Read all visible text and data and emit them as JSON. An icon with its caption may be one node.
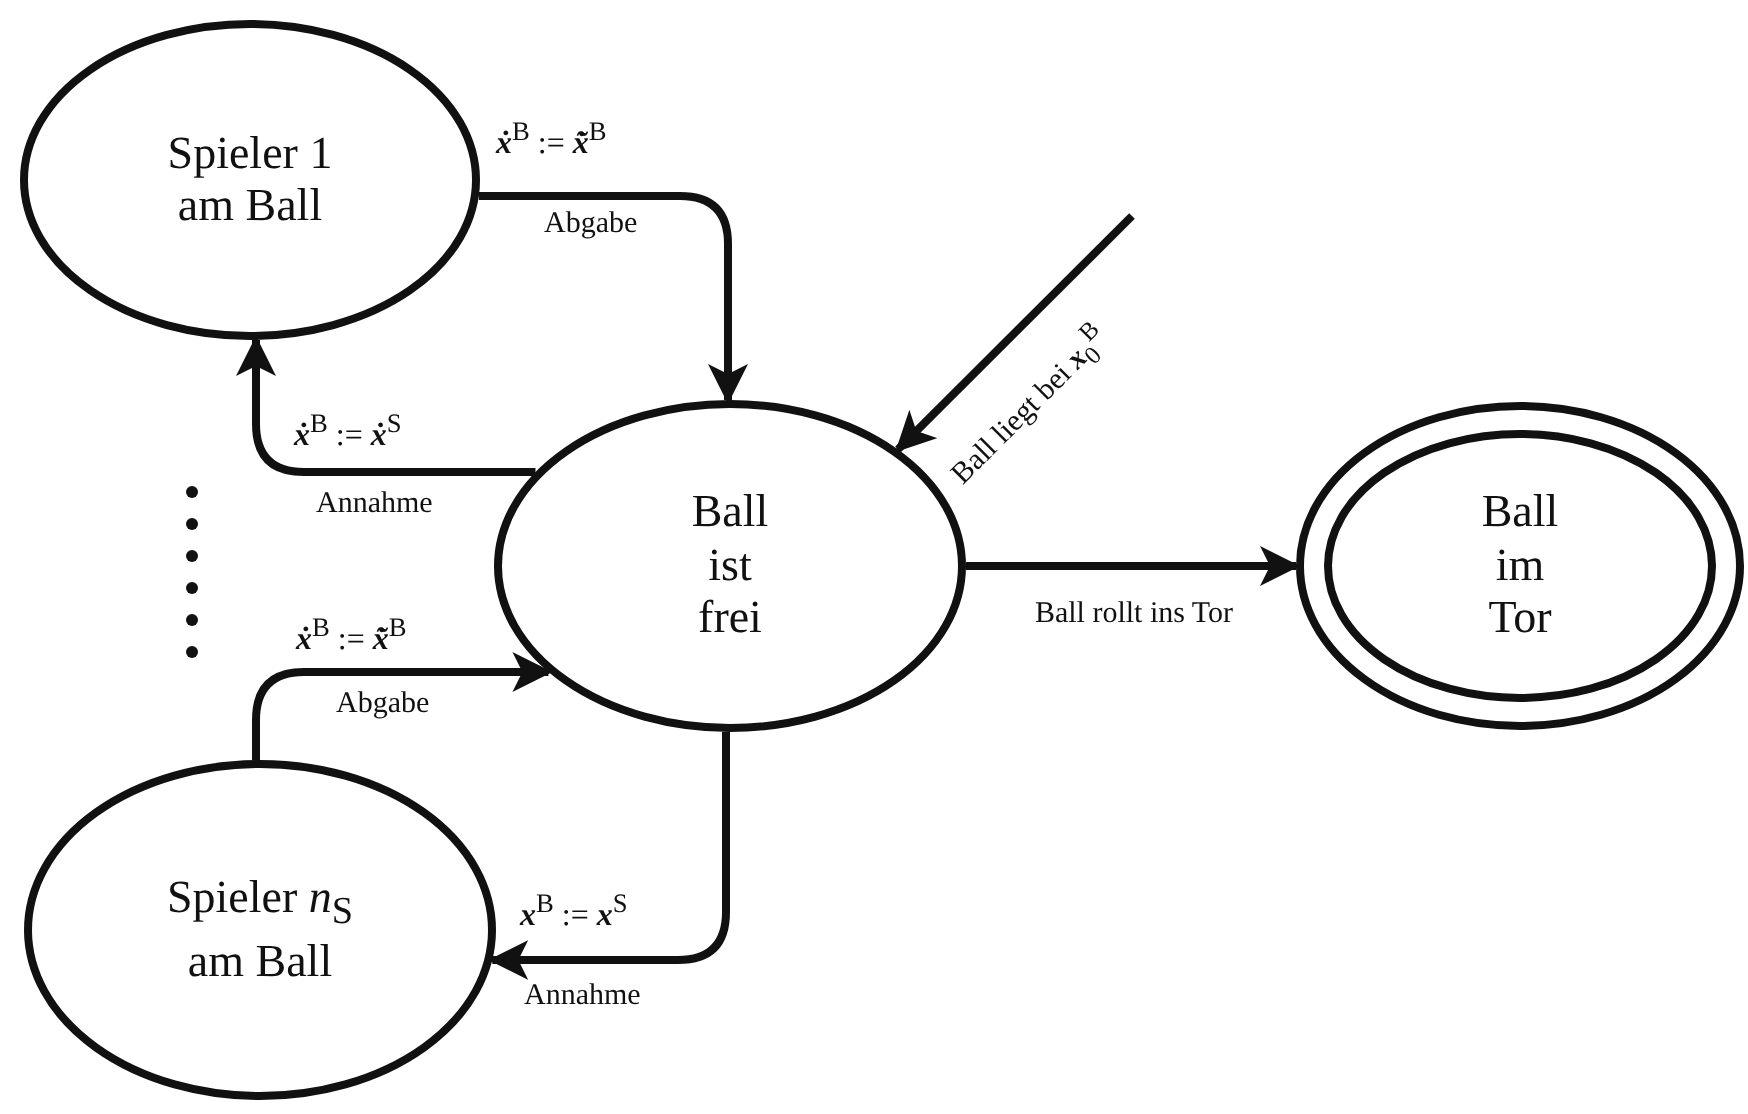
{
  "diagram": {
    "nodes": [
      {
        "text": [
          "Spieler 1 am Ball"
        ]
      },
      {
        "text": [
          "Ball ist frei"
        ]
      },
      {
        "text": [
          "Ball im Tor"
        ]
      },
      {
        "text": [
          "Spieler *n*$_{S}$ am Ball"
        ]
      }
    ],
    "edges": [
      {
        "from": 0,
        "to": 1,
        "arrow": "to",
        "label": "**ẋ**$^{B}$ := **x̃̇**$^{B}$"
      },
      {
        "from": 1,
        "to": 0,
        "arrow": "to",
        "label": "**ẋ**$^{B}$ := **ẋ**$^{S}$"
      },
      {
        "from": 3,
        "to": 1,
        "arrow": "to",
        "label": "**ẋ**$^{B}$ := **x̃̇**$^{B}$"
      },
      {
        "from": 1,
        "to": 3,
        "arrow": "to",
        "label": "**x**$^{B}$ := **x**$^{S}$"
      },
      {
        "from": null,
        "to": 1,
        "arrow": "to",
        "label": "Ball liegt bei **x**$_{0}$$^{B}$"
      },
      {
        "from": 1,
        "to": 2,
        "arrow": "to",
        "label": "Ball rollt ins Tor"
      }
    ],
    "labels": [
      "Abgabe",
      "Annahme",
      "Abgabe",
      "Annahme"
    ]
  }
}
